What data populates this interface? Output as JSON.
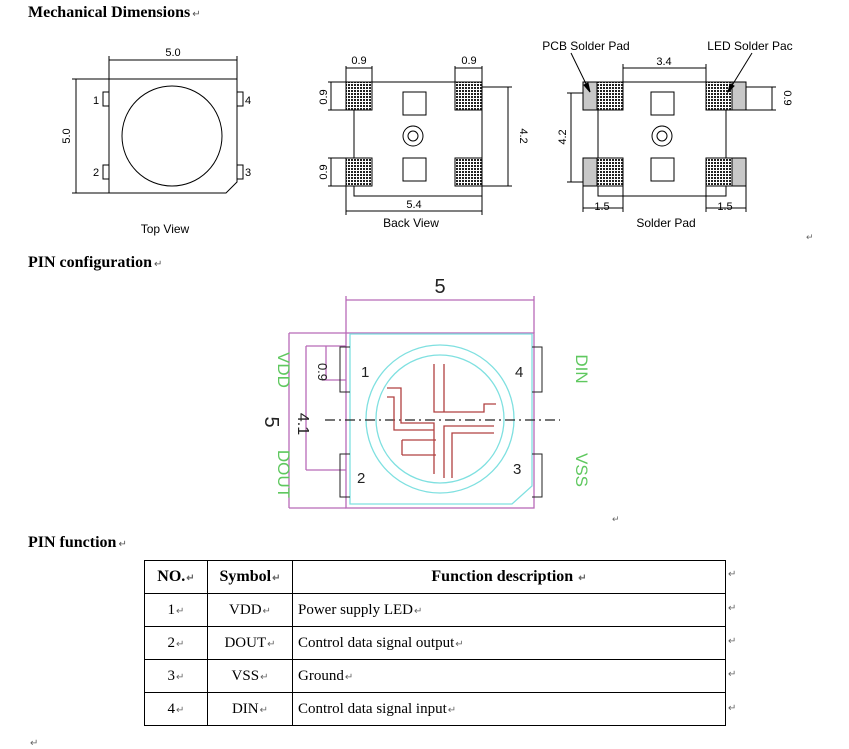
{
  "headings": {
    "mechanical": "Mechanical  Dimensions",
    "pin_config": "PIN  configuration",
    "pin_function": "PIN function"
  },
  "return_mark": "↵",
  "mechanical": {
    "top_view": {
      "caption": "Top View",
      "width_dim": "5.0",
      "height_dim": "5.0",
      "pins": [
        "1",
        "2",
        "3",
        "4"
      ]
    },
    "back_view": {
      "caption": "Back View",
      "pad_width_left": "0.9",
      "pad_width_right": "0.9",
      "pad_height_top": "0.9",
      "pad_height_bottom": "0.9",
      "pad_spacing_v": "4.2",
      "overall_width": "5.4"
    },
    "solder_pad": {
      "caption": "Solder Pad",
      "label_pcb": "PCB Solder Pad",
      "label_led": "LED Solder Pac",
      "inner_width": "3.4",
      "pad_height": "0.9",
      "pad_spacing_v": "4.2",
      "pad_len_left": "1.5",
      "pad_len_right": "1.5"
    }
  },
  "pin_config": {
    "top_dim": "5",
    "side_dim": "5",
    "inner_dim": "4.1",
    "pad_dim": "0.9",
    "pin_numbers": [
      "1",
      "2",
      "3",
      "4"
    ],
    "left_labels": [
      "VDD",
      "DOUT"
    ],
    "right_labels": [
      "DIN",
      "VSS"
    ]
  },
  "pin_table": {
    "headers": [
      "NO.",
      "Symbol",
      "Function description"
    ],
    "rows": [
      {
        "no": "1",
        "symbol": "VDD",
        "function": "Power supply LED"
      },
      {
        "no": "2",
        "symbol": "DOUT",
        "function": "Control data signal output"
      },
      {
        "no": "3",
        "symbol": "VSS",
        "function": "Ground"
      },
      {
        "no": "4",
        "symbol": "DIN",
        "function": "Control data signal input"
      }
    ]
  },
  "colors": {
    "outline_magenta": "#b86ab8",
    "outline_cyan": "#7fe0e0",
    "trace_red": "#b04040",
    "label_green": "#5fc85f",
    "pad_dark": "#3a3a3a",
    "pad_gray": "#c8c8c8"
  }
}
